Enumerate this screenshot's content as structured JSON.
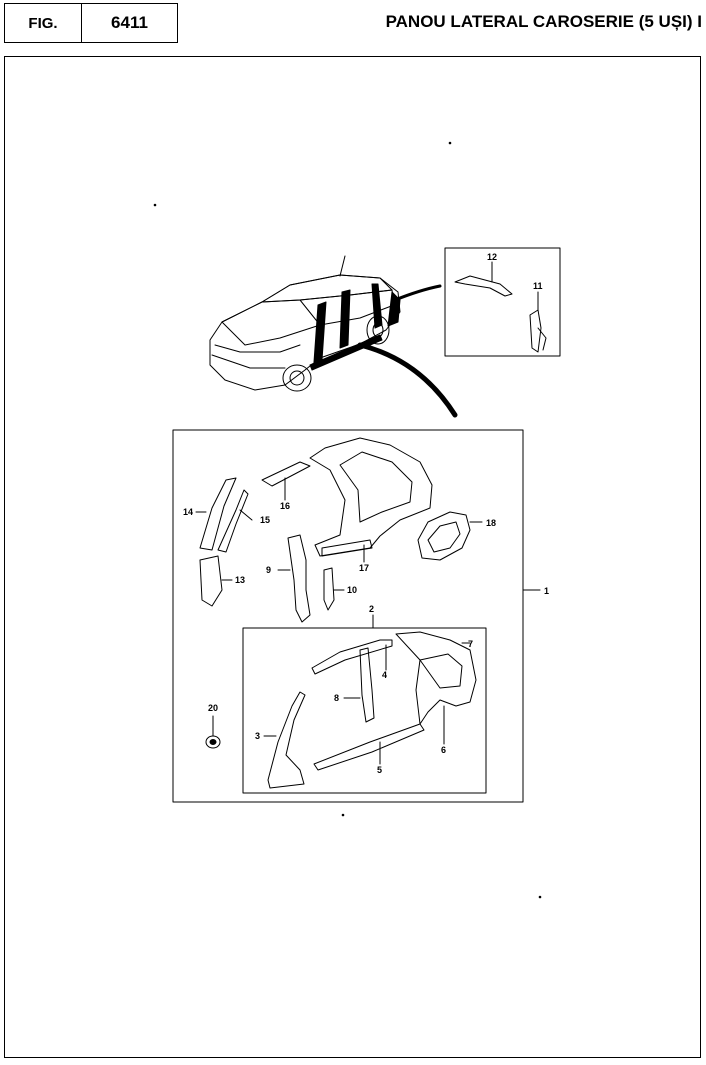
{
  "header": {
    "fig_label": "FIG.",
    "fig_number": "6411",
    "title": "PANOU LATERAL CAROSERIE (5 UȘI) I"
  },
  "callouts": {
    "c1": "1",
    "c2": "2",
    "c3": "3",
    "c4": "4",
    "c5": "5",
    "c6": "6",
    "c7": "7",
    "c8": "8",
    "c9": "9",
    "c10": "10",
    "c11": "11",
    "c12": "12",
    "c13": "13",
    "c14": "14",
    "c15": "15",
    "c16": "16",
    "c17": "17",
    "c18": "18",
    "c20": "20"
  }
}
